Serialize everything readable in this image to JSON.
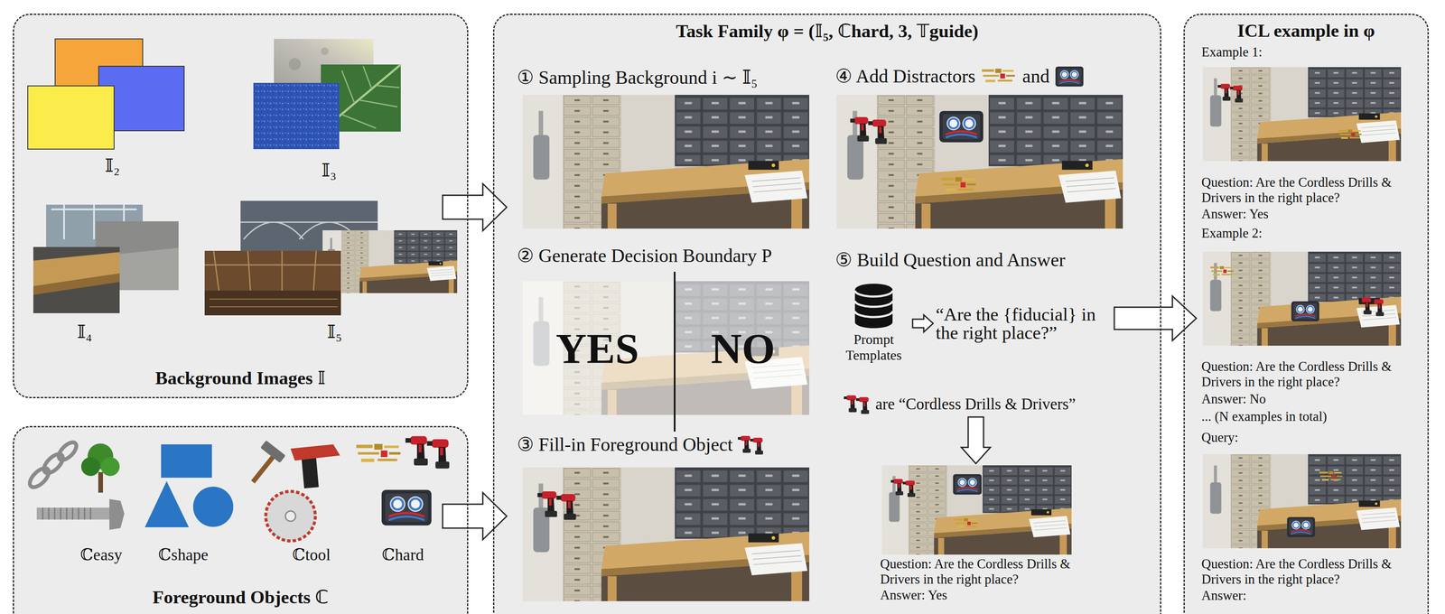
{
  "diagram": {
    "nodes": [
      {
        "text": [
          "Background Images 𝕀"
        ]
      },
      {
        "text": [
          "Foreground Objects ℂ"
        ]
      },
      {
        "text": [
          "Task Family φ = (𝕀₅, ℂhard, 3, 𝕋guide)"
        ]
      },
      {
        "text": [
          "① Sampling Background i ∼ 𝕀₅"
        ],
        "in": 2
      },
      {
        "text": [
          "② Generate Decision Boundary P"
        ],
        "in": 2
      },
      {
        "text": [
          "③ Fill-in Foreground Object"
        ],
        "in": 2
      },
      {
        "text": [
          "④ Add Distractors",
          "and"
        ],
        "in": 2
      },
      {
        "text": [
          "⑤ Build Question and Answer"
        ],
        "in": 2
      },
      {
        "text": [
          "Prompt Templates"
        ],
        "in": 2
      },
      {
        "text": [
          "“Are the {fiducial} in the right place?”"
        ],
        "in": 2
      },
      {
        "text": [
          "are “Cordless Drills & Drivers”"
        ],
        "in": 2
      },
      {
        "text": [
          "Question: Are the Cordless Drills & Drivers in the right place?",
          "Answer: Yes"
        ],
        "in": 2
      },
      {
        "text": [
          "ICL example in φ"
        ]
      },
      {
        "text": [
          "Example 1:",
          "Question: Are the Cordless Drills & Drivers in the right place?",
          "Answer: Yes"
        ],
        "in": 12
      },
      {
        "text": [
          "Example 2:",
          "Question: Are the Cordless Drills & Drivers in the right place?",
          "Answer: No"
        ],
        "in": 12
      },
      {
        "text": [
          "Query:",
          "Question: Are the Cordless Drills & Drivers in the right place?",
          "Answer:"
        ],
        "in": 12
      }
    ],
    "edges": [
      {
        "from": 0,
        "to": 2,
        "arrow": "to"
      },
      {
        "from": 1,
        "to": 2,
        "arrow": "to"
      },
      {
        "from": 8,
        "to": 9,
        "arrow": "to"
      },
      {
        "from": 10,
        "to": 11,
        "arrow": "to"
      },
      {
        "from": 9,
        "to": 12,
        "arrow": "to"
      }
    ],
    "labels": [
      "𝕀₂",
      "𝕀₃",
      "𝕀₄",
      "𝕀₅",
      "ℂeasy",
      "ℂshape",
      "ℂtool",
      "ℂhard",
      "YES",
      "NO",
      "... (N examples in total)"
    ]
  }
}
